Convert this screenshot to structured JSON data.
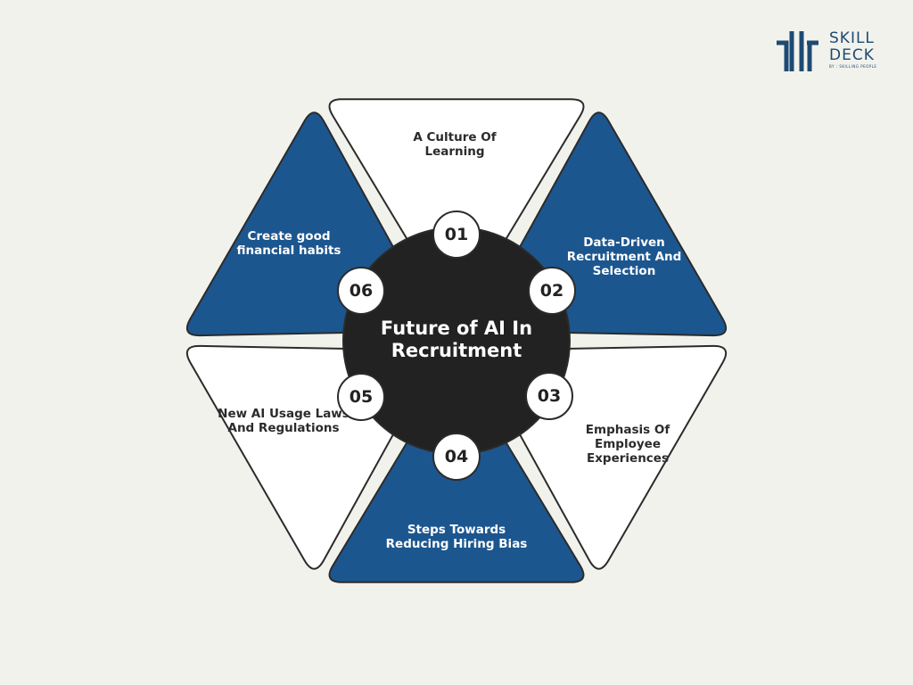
{
  "brand": {
    "name_line1": "SKILL",
    "name_line2": "DECK",
    "tagline": "BY : SKILLING PEOPLE",
    "color": "#1c4a73"
  },
  "colors": {
    "dark_segment": "#1c568f",
    "light_segment": "#ffffff",
    "outline": "#2b2b2b",
    "center": "#222222",
    "background": "#f2f2ec"
  },
  "center": {
    "title": "Future of AI In Recruitment"
  },
  "segments": [
    {
      "number": "01",
      "label": "A Culture Of Learning",
      "theme": "light"
    },
    {
      "number": "02",
      "label": "Data-Driven Recruitment And Selection",
      "theme": "dark"
    },
    {
      "number": "03",
      "label": "Emphasis Of Employee Experiences",
      "theme": "light"
    },
    {
      "number": "04",
      "label": "Steps Towards Reducing Hiring Bias",
      "theme": "dark"
    },
    {
      "number": "05",
      "label": "New AI Usage Laws And Regulations",
      "theme": "light"
    },
    {
      "number": "06",
      "label": "Create good financial habits",
      "theme": "dark"
    }
  ]
}
